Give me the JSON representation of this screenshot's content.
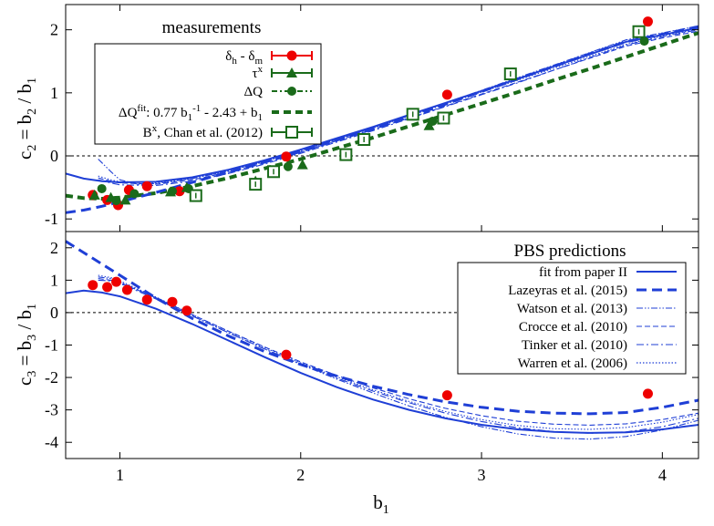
{
  "colors": {
    "red": "#ee0000",
    "green": "#1a6b1a",
    "blue": "#1f3fd6",
    "axis": "#000000"
  },
  "chart_data": [
    {
      "type": "scatter",
      "panel": "top",
      "ylabel": "c_2 = b_2 / b_1",
      "xlim": [
        0.7,
        4.2
      ],
      "ylim": [
        -1.2,
        2.4
      ],
      "yticks": [
        -1,
        0,
        1,
        2
      ],
      "ytick_labels": [
        "-1",
        "0",
        "1",
        "2"
      ],
      "zero_line": "dashed",
      "legend_title": "measurements",
      "legend_placement": "top-left",
      "series": [
        {
          "name": "δh - δm",
          "key": "dh",
          "marker": "circle",
          "color": "#ee0000",
          "x": [
            0.85,
            0.93,
            0.99,
            1.05,
            1.15,
            1.33,
            1.92,
            2.81,
            3.92
          ],
          "y": [
            -0.62,
            -0.7,
            -0.78,
            -0.54,
            -0.48,
            -0.56,
            -0.01,
            0.97,
            2.13
          ]
        },
        {
          "name": "τx",
          "key": "tau",
          "marker": "triangle",
          "color": "#1a6b1a",
          "x": [
            0.86,
            0.95,
            1.03,
            1.28,
            1.37,
            1.75,
            2.01,
            2.71
          ],
          "y": [
            -0.62,
            -0.66,
            -0.7,
            -0.57,
            -0.5,
            -0.4,
            -0.14,
            0.48
          ]
        },
        {
          "name": "ΔQ",
          "key": "dq",
          "marker": "filled-circle",
          "color": "#1a6b1a",
          "x": [
            0.9,
            0.98,
            1.08,
            1.29,
            1.38,
            1.93,
            2.73,
            3.9
          ],
          "y": [
            -0.52,
            -0.71,
            -0.6,
            -0.56,
            -0.52,
            -0.17,
            0.55,
            1.82
          ]
        },
        {
          "name": "ΔQfit: 0.77 b1-1 - 2.43 + b1",
          "key": "dqfit",
          "line": "thick-dashed",
          "color": "#1a6b1a",
          "x": [
            0.7,
            0.8,
            0.9,
            1.0,
            1.2,
            1.4,
            1.6,
            1.8,
            2.0,
            2.2,
            2.4,
            2.6,
            2.8,
            3.0,
            3.2,
            3.4,
            3.6,
            3.8,
            4.0,
            4.2
          ],
          "y": [
            -0.63,
            -0.67,
            -0.68,
            -0.66,
            -0.59,
            -0.48,
            -0.35,
            -0.2,
            -0.05,
            0.12,
            0.29,
            0.47,
            0.65,
            0.83,
            1.01,
            1.2,
            1.38,
            1.57,
            1.76,
            1.95
          ]
        },
        {
          "name": "Bx, Chan et al. (2012)",
          "key": "chan",
          "marker": "open-square",
          "color": "#1a6b1a",
          "x": [
            1.42,
            1.75,
            1.85,
            2.25,
            2.35,
            2.62,
            2.79,
            3.16,
            3.87
          ],
          "y": [
            -0.63,
            -0.45,
            -0.25,
            0.02,
            0.26,
            0.66,
            0.6,
            1.3,
            1.97
          ]
        },
        {
          "name": "fit from paper II",
          "key": "fit2",
          "line": "solid",
          "color": "#1f3fd6",
          "x": [
            0.7,
            0.8,
            0.9,
            1.0,
            1.2,
            1.4,
            1.6,
            1.8,
            2.0,
            2.2,
            2.4,
            2.6,
            2.8,
            3.0,
            3.2,
            3.4,
            3.6,
            3.8,
            4.0,
            4.2
          ],
          "y": [
            -0.28,
            -0.36,
            -0.4,
            -0.42,
            -0.41,
            -0.34,
            -0.22,
            -0.07,
            0.1,
            0.28,
            0.46,
            0.65,
            0.84,
            1.03,
            1.22,
            1.42,
            1.61,
            1.81,
            1.92,
            2.03
          ]
        },
        {
          "name": "Lazeyras et al. (2015)",
          "key": "laz",
          "line": "long-dashed",
          "color": "#1f3fd6",
          "x": [
            0.7,
            0.8,
            0.9,
            1.0,
            1.2,
            1.4,
            1.6,
            1.8,
            2.0,
            2.2,
            2.4,
            2.6,
            2.8,
            3.0,
            3.2,
            3.4,
            3.6,
            3.8,
            4.0,
            4.2
          ],
          "y": [
            -0.9,
            -0.86,
            -0.8,
            -0.73,
            -0.58,
            -0.42,
            -0.26,
            -0.1,
            0.07,
            0.25,
            0.43,
            0.62,
            0.82,
            1.02,
            1.22,
            1.42,
            1.62,
            1.81,
            1.93,
            2.05
          ]
        }
      ]
    },
    {
      "type": "line",
      "panel": "bottom",
      "xlabel": "b1",
      "ylabel": "c_3 = b_3 / b_1",
      "xlim": [
        0.7,
        4.2
      ],
      "ylim": [
        -4.5,
        2.5
      ],
      "xticks": [
        1,
        2,
        3,
        4
      ],
      "xtick_labels": [
        "1",
        "2",
        "3",
        "4"
      ],
      "yticks": [
        -4,
        -3,
        -2,
        -1,
        0,
        1,
        2
      ],
      "ytick_labels": [
        "-4",
        "-3",
        "-2",
        "-1",
        "0",
        "1",
        "2"
      ],
      "zero_line": "dashed",
      "legend_title": "PBS predictions",
      "legend_placement": "bottom-right",
      "series": [
        {
          "name": "δh - δm",
          "key": "dh3",
          "marker": "circle",
          "color": "#ee0000",
          "x": [
            0.85,
            0.93,
            0.98,
            1.04,
            1.15,
            1.29,
            1.37,
            1.92,
            2.81,
            3.92
          ],
          "y": [
            0.85,
            0.79,
            0.95,
            0.7,
            0.4,
            0.33,
            0.06,
            -1.3,
            -2.55,
            -2.5
          ]
        },
        {
          "name": "fit from paper II",
          "key": "fit2",
          "line": "solid",
          "color": "#1f3fd6",
          "x": [
            0.7,
            0.8,
            0.9,
            1.0,
            1.2,
            1.4,
            1.6,
            1.8,
            2.0,
            2.2,
            2.4,
            2.6,
            2.8,
            3.0,
            3.2,
            3.4,
            3.6,
            3.8,
            4.0,
            4.2
          ],
          "y": [
            0.6,
            0.68,
            0.62,
            0.5,
            0.12,
            -0.35,
            -0.86,
            -1.37,
            -1.86,
            -2.3,
            -2.68,
            -3.0,
            -3.26,
            -3.46,
            -3.6,
            -3.68,
            -3.71,
            -3.69,
            -3.6,
            -3.46
          ]
        },
        {
          "name": "Lazeyras et al. (2015)",
          "key": "laz",
          "line": "long-dashed",
          "color": "#1f3fd6",
          "x": [
            0.7,
            0.8,
            0.9,
            1.0,
            1.2,
            1.4,
            1.6,
            1.8,
            2.0,
            2.2,
            2.4,
            2.6,
            2.8,
            3.0,
            3.2,
            3.4,
            3.6,
            3.8,
            4.0,
            4.2
          ],
          "y": [
            2.2,
            1.85,
            1.5,
            1.15,
            0.45,
            -0.18,
            -0.72,
            -1.2,
            -1.6,
            -1.96,
            -2.27,
            -2.53,
            -2.75,
            -2.92,
            -3.04,
            -3.1,
            -3.12,
            -3.08,
            -2.92,
            -2.7
          ]
        },
        {
          "name": "Watson et al. (2013)",
          "key": "wat",
          "line": "dash-dot-dot",
          "color": "#1f3fd6",
          "x": [
            0.88,
            0.95,
            1.0,
            1.2,
            1.4,
            1.6,
            1.8,
            2.0,
            2.2,
            2.4,
            2.6,
            2.8,
            3.0,
            3.2,
            3.4,
            3.6,
            3.8,
            4.0,
            4.2
          ],
          "y": [
            1.1,
            1.05,
            0.95,
            0.45,
            -0.1,
            -0.62,
            -1.12,
            -1.6,
            -2.05,
            -2.48,
            -2.88,
            -3.23,
            -3.52,
            -3.74,
            -3.87,
            -3.9,
            -3.82,
            -3.62,
            -3.32
          ]
        },
        {
          "name": "Crocce et al. (2010)",
          "key": "cro",
          "line": "dashed",
          "color": "#1f3fd6",
          "x": [
            0.88,
            0.95,
            1.0,
            1.2,
            1.4,
            1.6,
            1.8,
            2.0,
            2.2,
            2.4,
            2.6,
            2.8,
            3.0,
            3.2,
            3.4,
            3.6,
            3.8,
            4.0,
            4.2
          ],
          "y": [
            1.05,
            1.0,
            0.92,
            0.46,
            -0.06,
            -0.57,
            -1.06,
            -1.52,
            -1.94,
            -2.32,
            -2.66,
            -2.95,
            -3.18,
            -3.35,
            -3.44,
            -3.47,
            -3.43,
            -3.3,
            -3.1
          ]
        },
        {
          "name": "Tinker et al. (2010)",
          "key": "tin",
          "line": "dash-dot",
          "color": "#1f3fd6",
          "x": [
            0.88,
            0.95,
            1.0,
            1.2,
            1.4,
            1.6,
            1.8,
            2.0,
            2.2,
            2.4,
            2.6,
            2.8,
            3.0,
            3.2,
            3.4,
            3.6,
            3.8,
            4.0,
            4.2
          ],
          "y": [
            1.0,
            0.98,
            0.9,
            0.42,
            -0.1,
            -0.62,
            -1.12,
            -1.58,
            -2.02,
            -2.42,
            -2.78,
            -3.1,
            -3.36,
            -3.55,
            -3.67,
            -3.72,
            -3.68,
            -3.52,
            -3.26
          ]
        },
        {
          "name": "Warren et al. (2006)",
          "key": "war",
          "line": "dotted",
          "color": "#1f3fd6",
          "x": [
            0.88,
            0.95,
            1.0,
            1.2,
            1.4,
            1.6,
            1.8,
            2.0,
            2.2,
            2.4,
            2.6,
            2.8,
            3.0,
            3.2,
            3.4,
            3.6,
            3.8,
            4.0,
            4.2
          ],
          "y": [
            1.15,
            1.08,
            0.98,
            0.48,
            -0.06,
            -0.58,
            -1.08,
            -1.55,
            -1.98,
            -2.38,
            -2.74,
            -3.05,
            -3.3,
            -3.48,
            -3.58,
            -3.6,
            -3.54,
            -3.38,
            -3.14
          ]
        }
      ]
    }
  ],
  "top_extra_curves": [
    {
      "name": "Watson et al. (2013)",
      "key": "wat",
      "line": "dash-dot-dot",
      "x": [
        0.88,
        0.95,
        1.0,
        1.1,
        1.2,
        1.4,
        1.6,
        1.8,
        2.0,
        2.2,
        2.4,
        2.6,
        2.8,
        3.0,
        3.2,
        3.4,
        3.6,
        3.8,
        4.0,
        4.2
      ],
      "y": [
        -0.05,
        -0.25,
        -0.38,
        -0.45,
        -0.44,
        -0.36,
        -0.24,
        -0.09,
        0.08,
        0.26,
        0.45,
        0.64,
        0.84,
        1.04,
        1.24,
        1.44,
        1.64,
        1.84,
        1.95,
        2.06
      ]
    },
    {
      "name": "Crocce et al. (2010)",
      "key": "cro",
      "line": "dashed",
      "x": [
        0.88,
        0.95,
        1.0,
        1.2,
        1.4,
        1.6,
        1.8,
        2.0,
        2.2,
        2.4,
        2.6,
        2.8,
        3.0,
        3.2,
        3.4,
        3.6,
        3.8,
        4.0,
        4.2
      ],
      "y": [
        -0.35,
        -0.4,
        -0.43,
        -0.45,
        -0.38,
        -0.26,
        -0.11,
        0.06,
        0.24,
        0.42,
        0.6,
        0.79,
        0.98,
        1.17,
        1.36,
        1.55,
        1.74,
        1.87,
        1.98
      ]
    },
    {
      "name": "Tinker et al. (2010)",
      "key": "tin",
      "line": "dash-dot",
      "x": [
        0.88,
        0.95,
        1.0,
        1.2,
        1.4,
        1.6,
        1.8,
        2.0,
        2.2,
        2.4,
        2.6,
        2.8,
        3.0,
        3.2,
        3.4,
        3.6,
        3.8,
        4.0,
        4.2
      ],
      "y": [
        -0.38,
        -0.43,
        -0.46,
        -0.47,
        -0.4,
        -0.28,
        -0.13,
        0.04,
        0.22,
        0.4,
        0.59,
        0.78,
        0.97,
        1.16,
        1.36,
        1.56,
        1.76,
        1.89,
        2.0
      ]
    },
    {
      "name": "Warren et al. (2006)",
      "key": "war",
      "line": "dotted",
      "x": [
        0.88,
        0.95,
        1.0,
        1.2,
        1.4,
        1.6,
        1.8,
        2.0,
        2.2,
        2.4,
        2.6,
        2.8,
        3.0,
        3.2,
        3.4,
        3.6,
        3.8,
        4.0,
        4.2
      ],
      "y": [
        -0.32,
        -0.38,
        -0.41,
        -0.43,
        -0.36,
        -0.24,
        -0.09,
        0.08,
        0.26,
        0.44,
        0.63,
        0.82,
        1.01,
        1.2,
        1.39,
        1.58,
        1.77,
        1.9,
        2.01
      ]
    }
  ],
  "text": {
    "top_legend_title": "measurements",
    "bottom_legend_title": "PBS predictions",
    "top_ylabel": "c",
    "top_ylabel_sub1": "2",
    "top_ylabel_eq": " = b",
    "top_ylabel_sub2": "2",
    "top_ylabel_div": " / b",
    "top_ylabel_sub3": "1",
    "bot_ylabel": "c",
    "bot_ylabel_sub1": "3",
    "bot_ylabel_eq": " = b",
    "bot_ylabel_sub2": "3",
    "bot_ylabel_div": " / b",
    "bot_ylabel_sub3": "1",
    "xlabel": "b",
    "xlabel_sub": "1",
    "leg_dh_a": "δ",
    "leg_dh_b": "h",
    "leg_dh_c": " - δ",
    "leg_dh_d": "m",
    "leg_tau_a": "τ",
    "leg_tau_b": "x",
    "leg_dq": "ΔQ",
    "leg_dqfit_a": "ΔQ",
    "leg_dqfit_b": "fit",
    "leg_dqfit_c": ": 0.77 b",
    "leg_dqfit_d": "1",
    "leg_dqfit_e": "-1",
    "leg_dqfit_f": " - 2.43 + b",
    "leg_dqfit_g": "1",
    "leg_chan_a": "B",
    "leg_chan_b": "x",
    "leg_chan_c": ", Chan et al. (2012)",
    "leg_fit2": "fit from paper II",
    "leg_laz": "Lazeyras et al. (2015)",
    "leg_wat": "Watson et al. (2013)",
    "leg_cro": "Crocce et al. (2010)",
    "leg_tin": "Tinker et al. (2010)",
    "leg_war": "Warren et al. (2006)"
  }
}
